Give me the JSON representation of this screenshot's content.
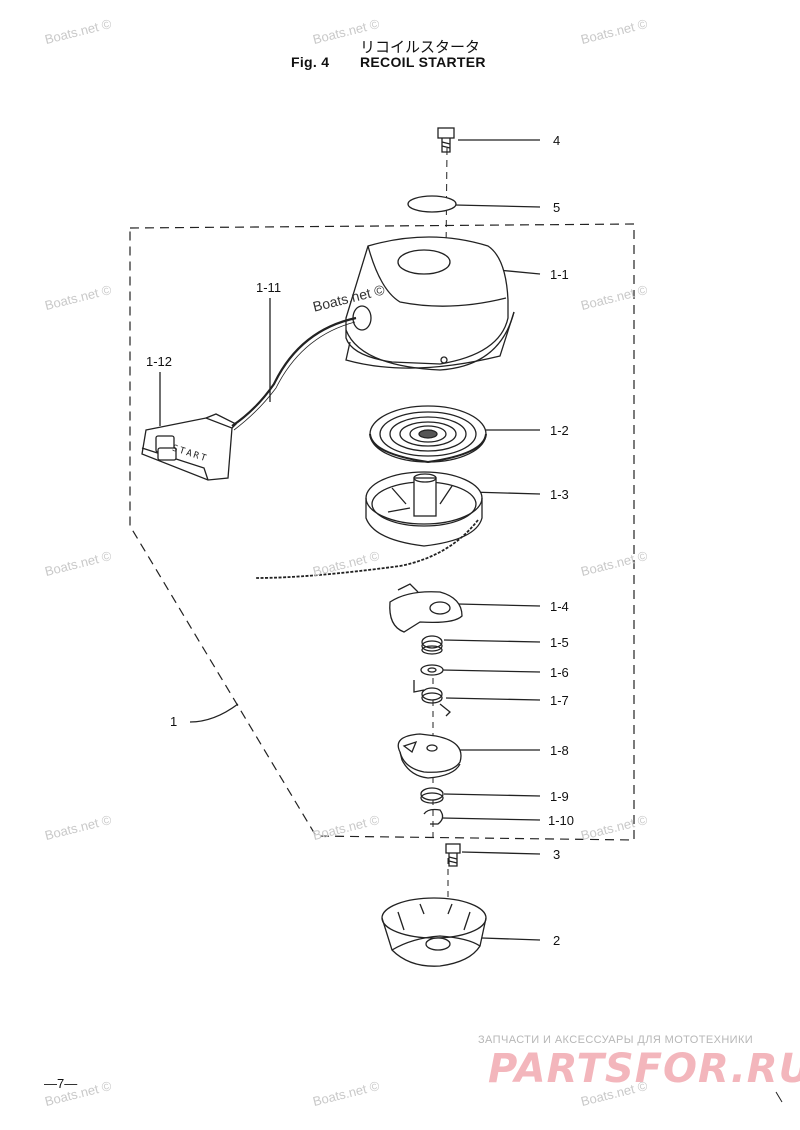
{
  "header": {
    "title_jp": "リコイルスタータ",
    "fig_label": "Fig. 4",
    "fig_title": "RECOIL STARTER"
  },
  "parts": [
    {
      "label": "4"
    },
    {
      "label": "5"
    },
    {
      "label": "1-1"
    },
    {
      "label": "1-11"
    },
    {
      "label": "1-12"
    },
    {
      "label": "1-2"
    },
    {
      "label": "1-3"
    },
    {
      "label": "1-4"
    },
    {
      "label": "1-5"
    },
    {
      "label": "1-6"
    },
    {
      "label": "1-7"
    },
    {
      "label": "1"
    },
    {
      "label": "1-8"
    },
    {
      "label": "1-9"
    },
    {
      "label": "1-10"
    },
    {
      "label": "3"
    },
    {
      "label": "2"
    }
  ],
  "handle_text": "START",
  "watermark_text": "Boats.net ©",
  "page_number": "—7—",
  "shop": {
    "tagline": "ЗАПЧАСТИ И АКСЕССУАРЫ ДЛЯ МОТОТЕХНИКИ",
    "brand": "PARTSFOR.RU"
  }
}
